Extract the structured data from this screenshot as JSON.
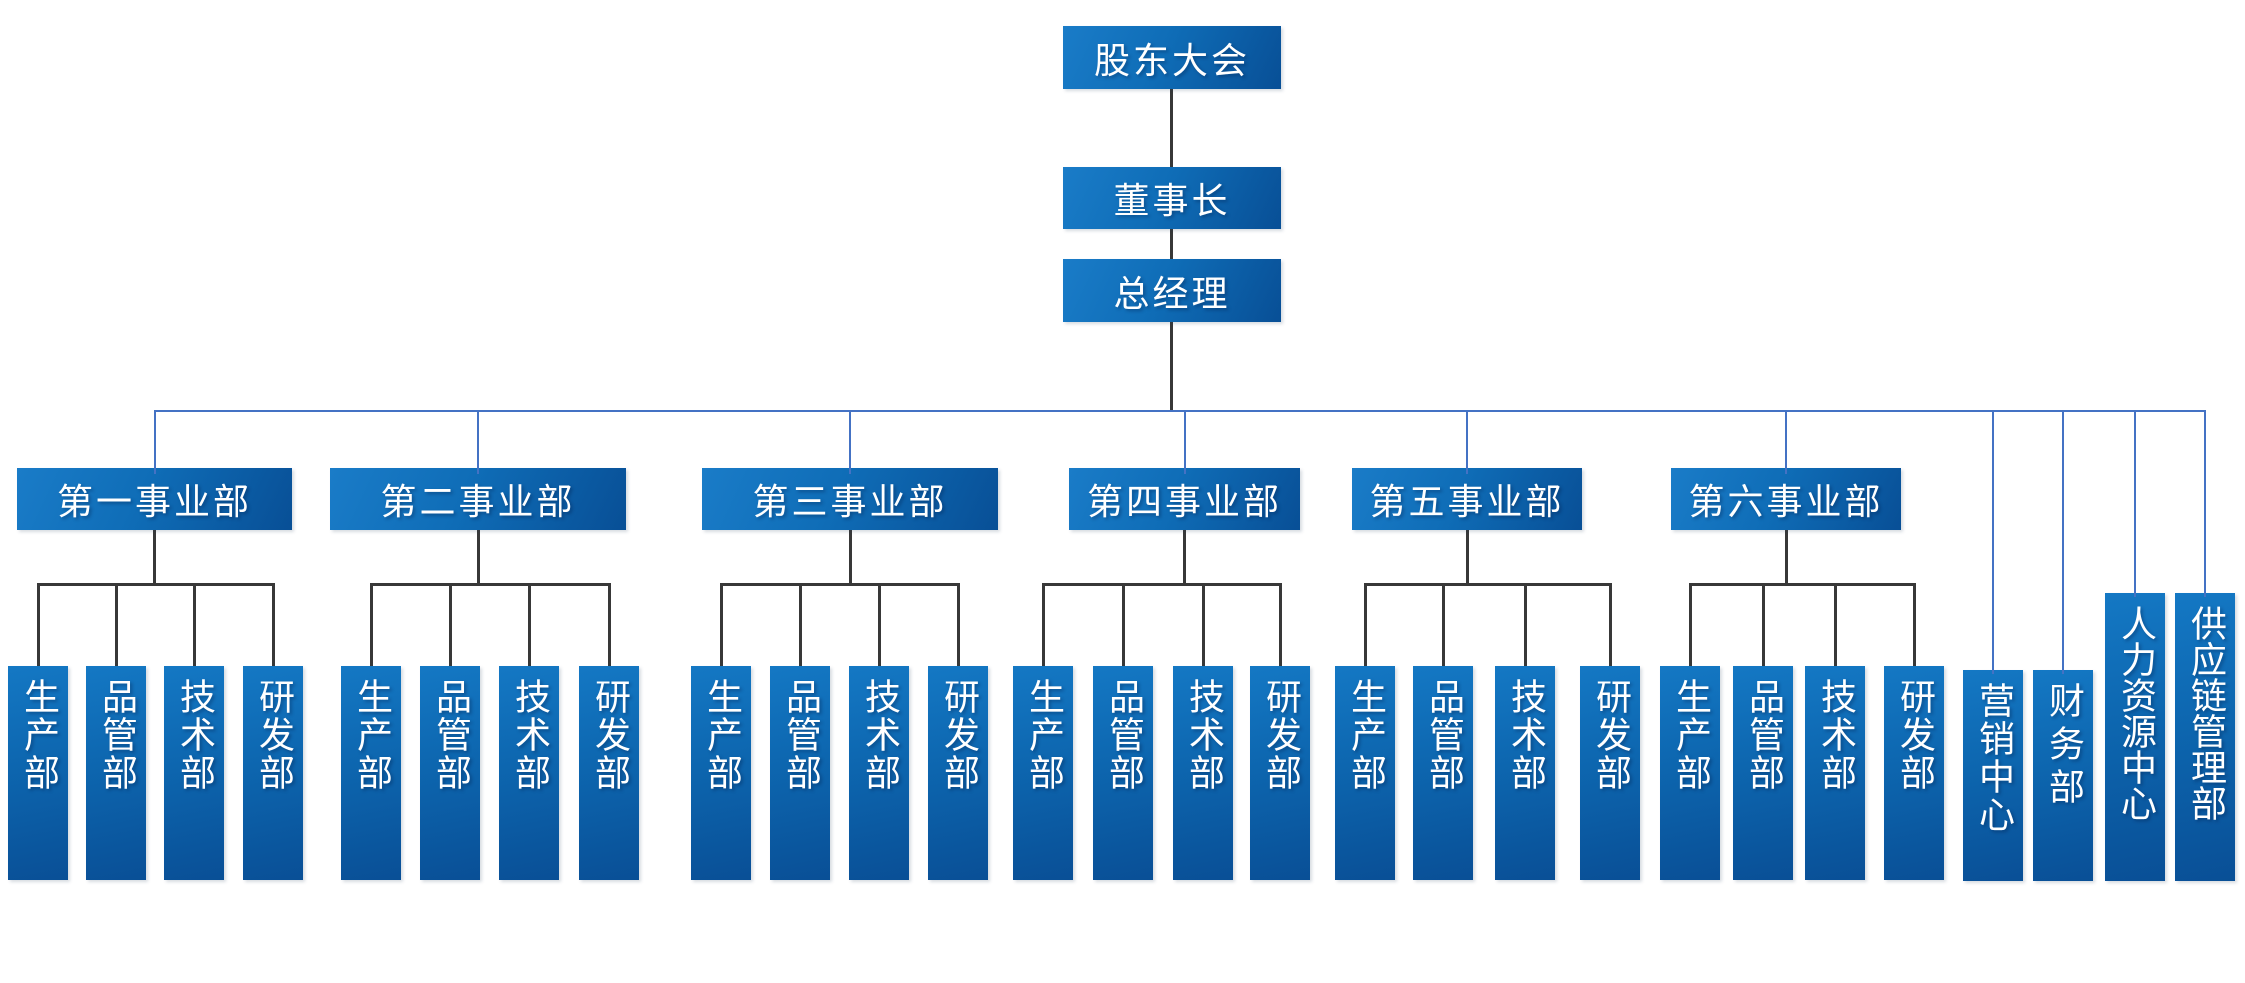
{
  "org_chart": {
    "top_nodes": [
      {
        "label": "股东大会"
      },
      {
        "label": "董事长"
      },
      {
        "label": "总经理"
      }
    ],
    "divisions": [
      {
        "label": "第一事业部",
        "departments": [
          "生产部",
          "品管部",
          "技术部",
          "研发部"
        ]
      },
      {
        "label": "第二事业部",
        "departments": [
          "生产部",
          "品管部",
          "技术部",
          "研发部"
        ]
      },
      {
        "label": "第三事业部",
        "departments": [
          "生产部",
          "品管部",
          "技术部",
          "研发部"
        ]
      },
      {
        "label": "第四事业部",
        "departments": [
          "生产部",
          "品管部",
          "技术部",
          "研发部"
        ]
      },
      {
        "label": "第五事业部",
        "departments": [
          "生产部",
          "品管部",
          "技术部",
          "研发部"
        ]
      },
      {
        "label": "第六事业部",
        "departments": [
          "生产部",
          "品管部",
          "技术部",
          "研发部"
        ]
      }
    ],
    "staff_departments": [
      {
        "label": "营销中心"
      },
      {
        "label": "财务部"
      },
      {
        "label": "人力资源中心"
      },
      {
        "label": "供应链管理部"
      }
    ],
    "colors": {
      "node_gradient_start": "#1A7CC8",
      "node_gradient_end": "#084F96",
      "node_text": "#FFFFFF",
      "connector_blue": "#4472C4",
      "connector_dark": "#383838",
      "background": "#FFFFFF"
    }
  }
}
